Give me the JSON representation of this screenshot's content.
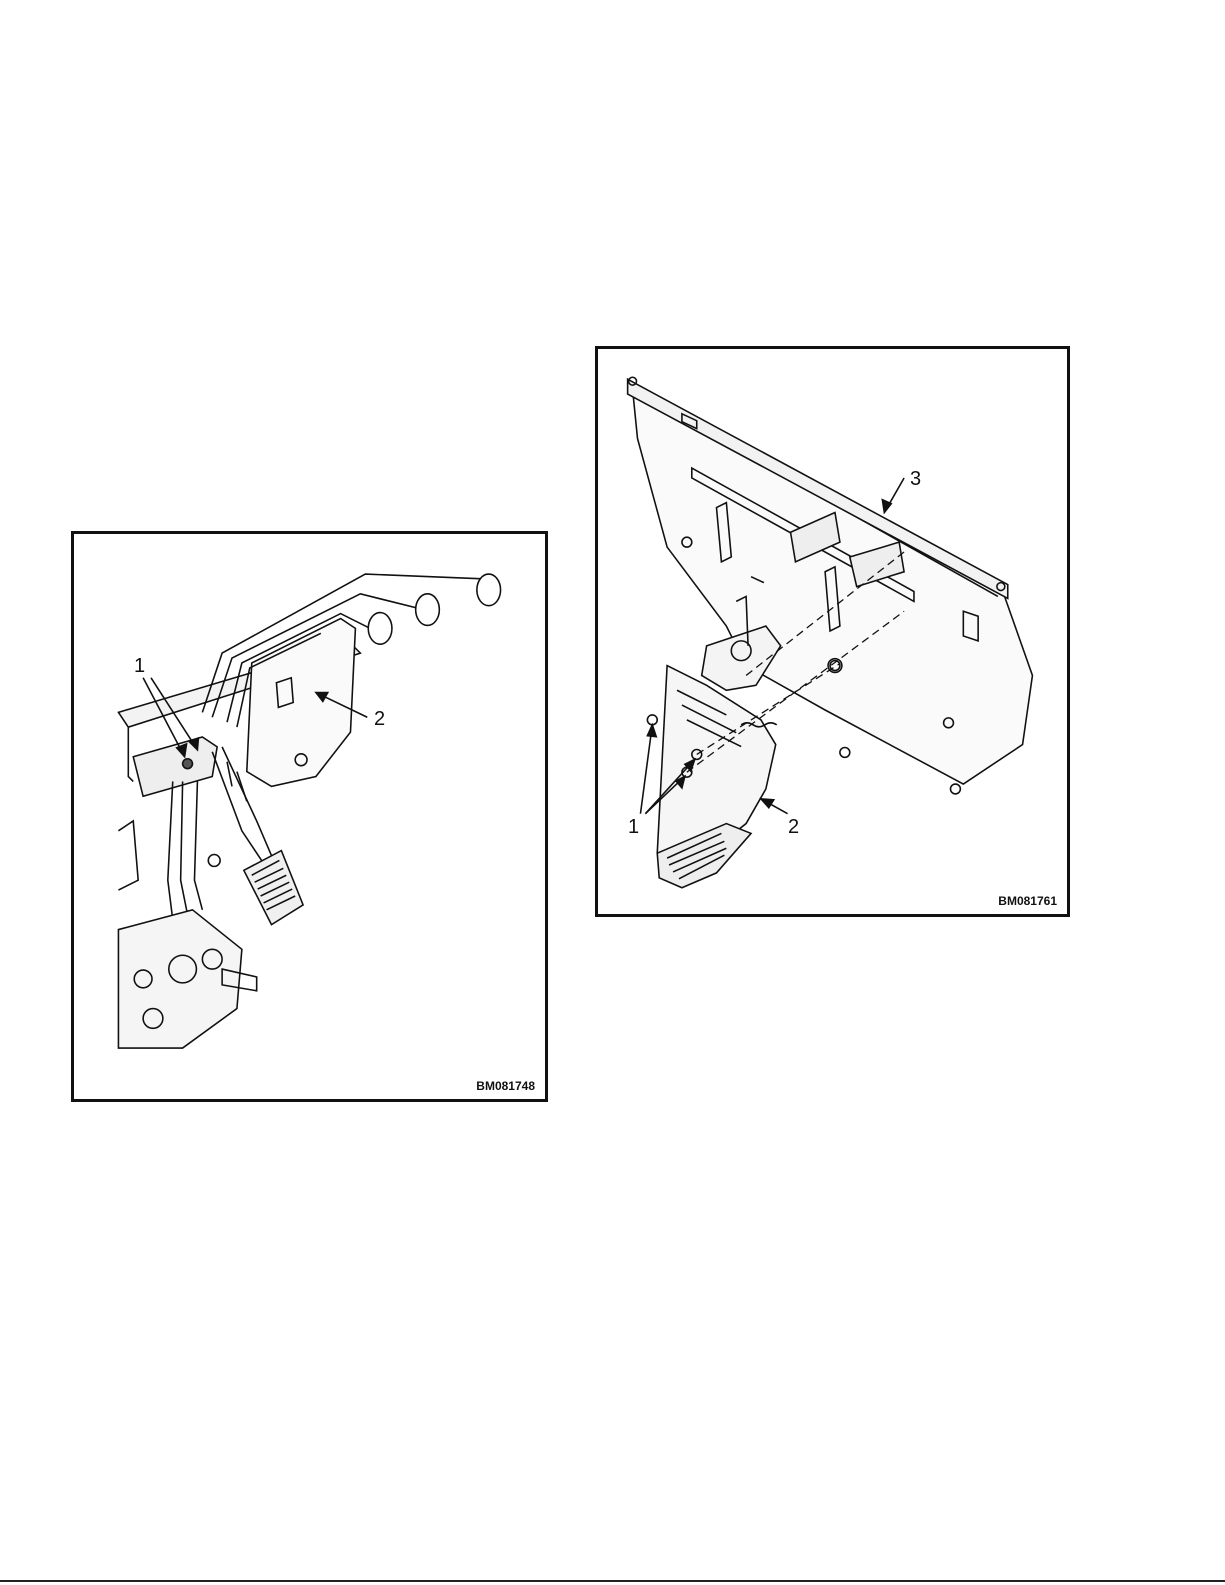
{
  "figures": [
    {
      "code": "BM081748",
      "callouts": [
        "1",
        "2"
      ]
    },
    {
      "code": "BM081761",
      "callouts": [
        "1",
        "2",
        "3"
      ]
    }
  ],
  "colors": {
    "line": "#111111",
    "paper": "#ffffff"
  }
}
